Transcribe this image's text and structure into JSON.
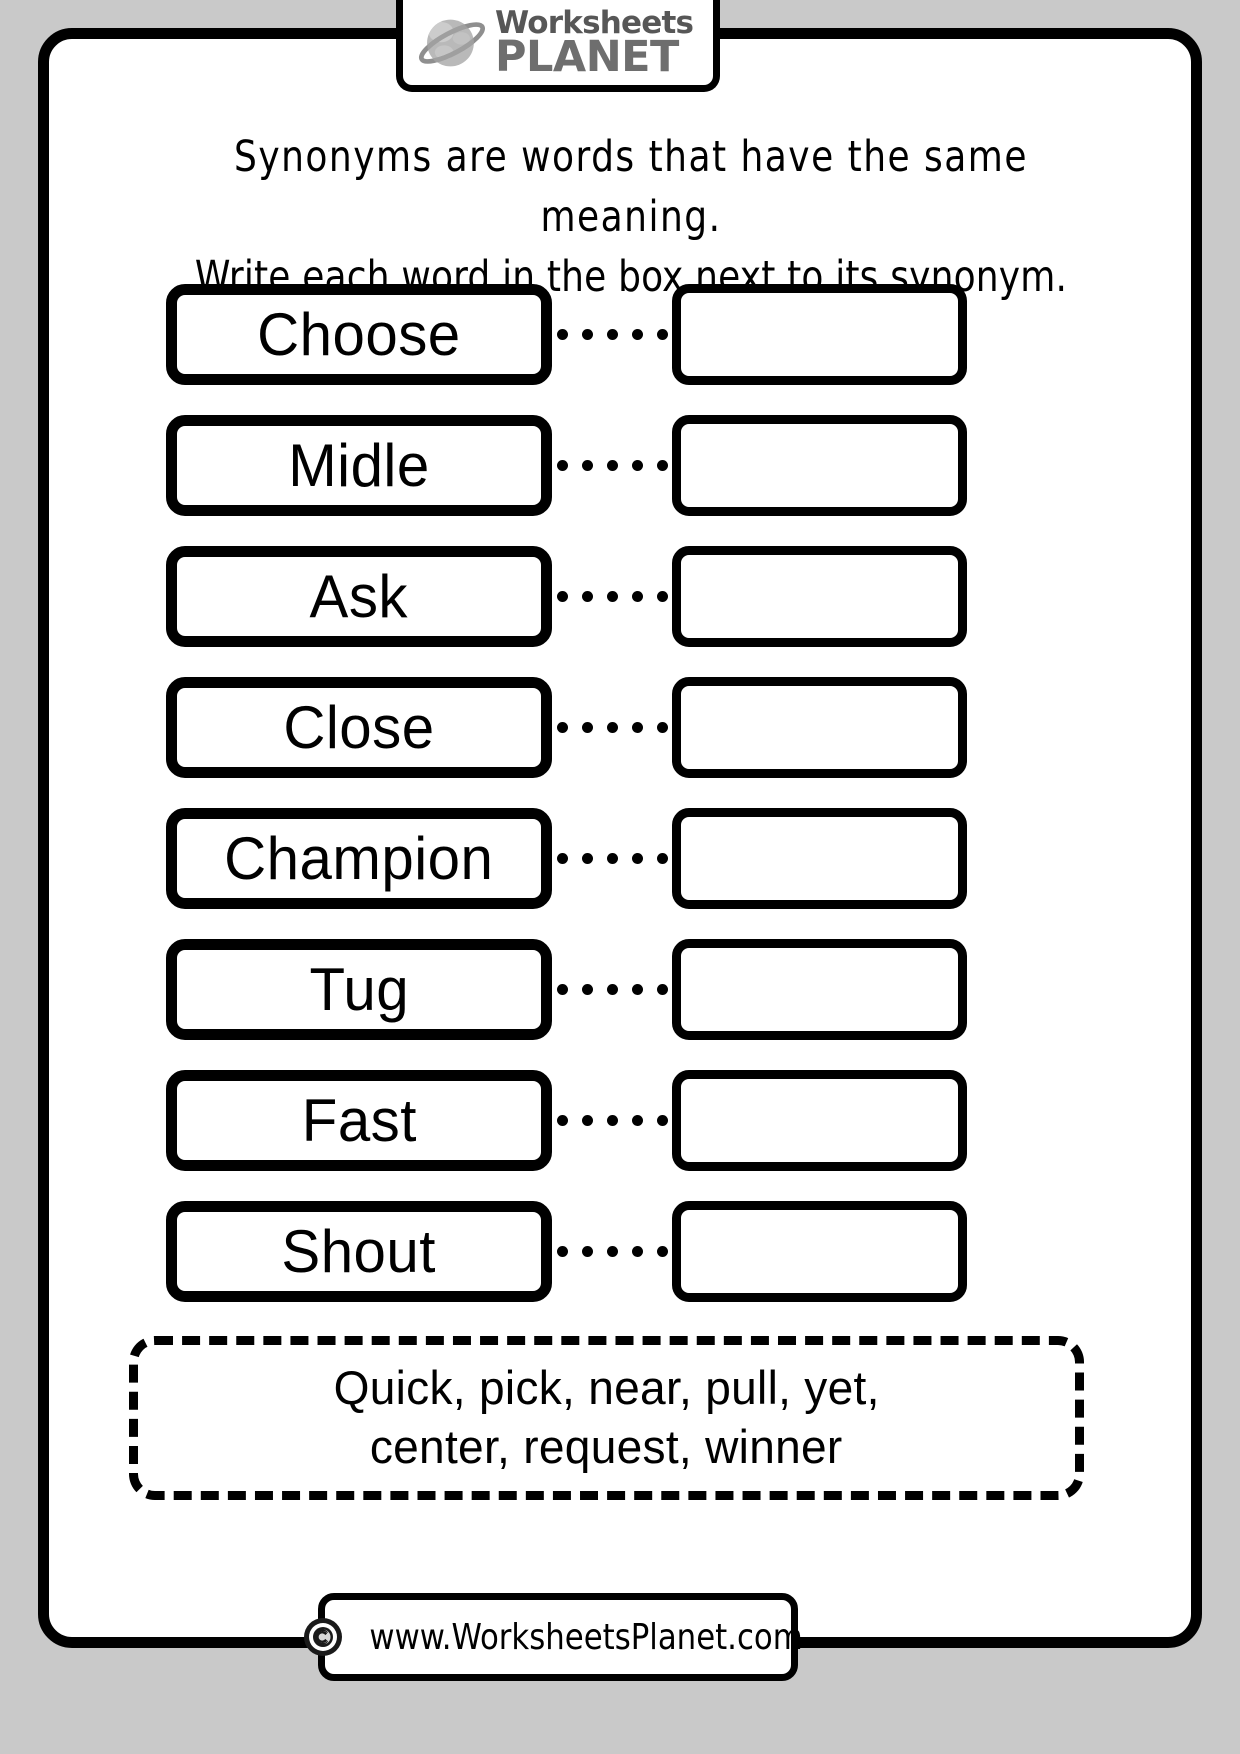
{
  "brand": {
    "logo_line1": "Worksheets",
    "logo_line2": "PLANET",
    "planet_icon": "saturn-planet-icon"
  },
  "instructions": {
    "line1": "Synonyms are words that have the same meaning.",
    "line2": "Write each word in the box next to its synonym."
  },
  "exercise": {
    "dot_count": 5,
    "rows": [
      {
        "word": "Choose",
        "answer": ""
      },
      {
        "word": "Midle",
        "answer": ""
      },
      {
        "word": "Ask",
        "answer": ""
      },
      {
        "word": "Close",
        "answer": ""
      },
      {
        "word": "Champion",
        "answer": ""
      },
      {
        "word": "Tug",
        "answer": ""
      },
      {
        "word": "Fast",
        "answer": ""
      },
      {
        "word": "Shout",
        "answer": ""
      }
    ]
  },
  "word_bank": {
    "line1": "Quick, pick, near, pull, yet,",
    "line2": "center, request, winner",
    "words": [
      "Quick",
      "pick",
      "near",
      "pull",
      "yet",
      "center",
      "request",
      "winner"
    ]
  },
  "footer": {
    "copyright_icon": "copyright-icon",
    "url": "www.WorksheetsPlanet.com"
  },
  "colors": {
    "background": "#c9c9c9",
    "page": "#ffffff",
    "ink": "#000000",
    "logo_gray_dark": "#575757",
    "logo_gray_light": "#6e6e6e"
  }
}
